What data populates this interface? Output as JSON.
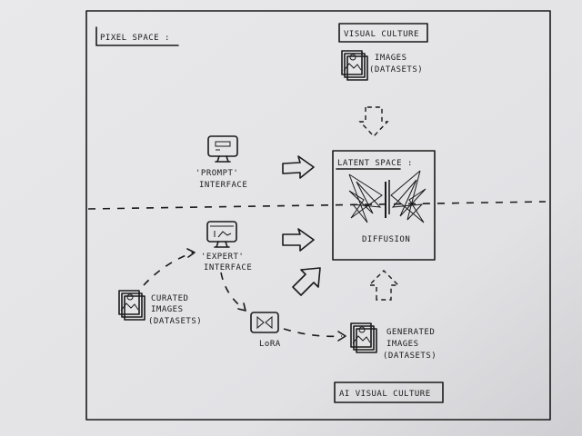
{
  "pixel_space": {
    "label": "PIXEL SPACE :"
  },
  "visual_culture": {
    "label": "VISUAL CULTURE",
    "images_line1": "IMAGES",
    "images_line2": "(DATASETS)"
  },
  "latent_space": {
    "label": "LATENT SPACE :",
    "diffusion": "DIFFUSION"
  },
  "prompt_interface": {
    "line1": "'PROMPT'",
    "line2": "INTERFACE"
  },
  "expert_interface": {
    "line1": "'EXPERT'",
    "line2": "INTERFACE"
  },
  "curated": {
    "line1": "CURATED",
    "line2": "IMAGES",
    "line3": "(DATASETS)"
  },
  "lora": {
    "label": "LoRA"
  },
  "generated": {
    "line1": "GENERATED",
    "line2": "IMAGES",
    "line3": "(DATASETS)"
  },
  "ai_visual_culture": {
    "label": "AI VISUAL CULTURE"
  },
  "colors": {
    "ink": "#1a1a1a",
    "paper": "#e4e4e6"
  }
}
